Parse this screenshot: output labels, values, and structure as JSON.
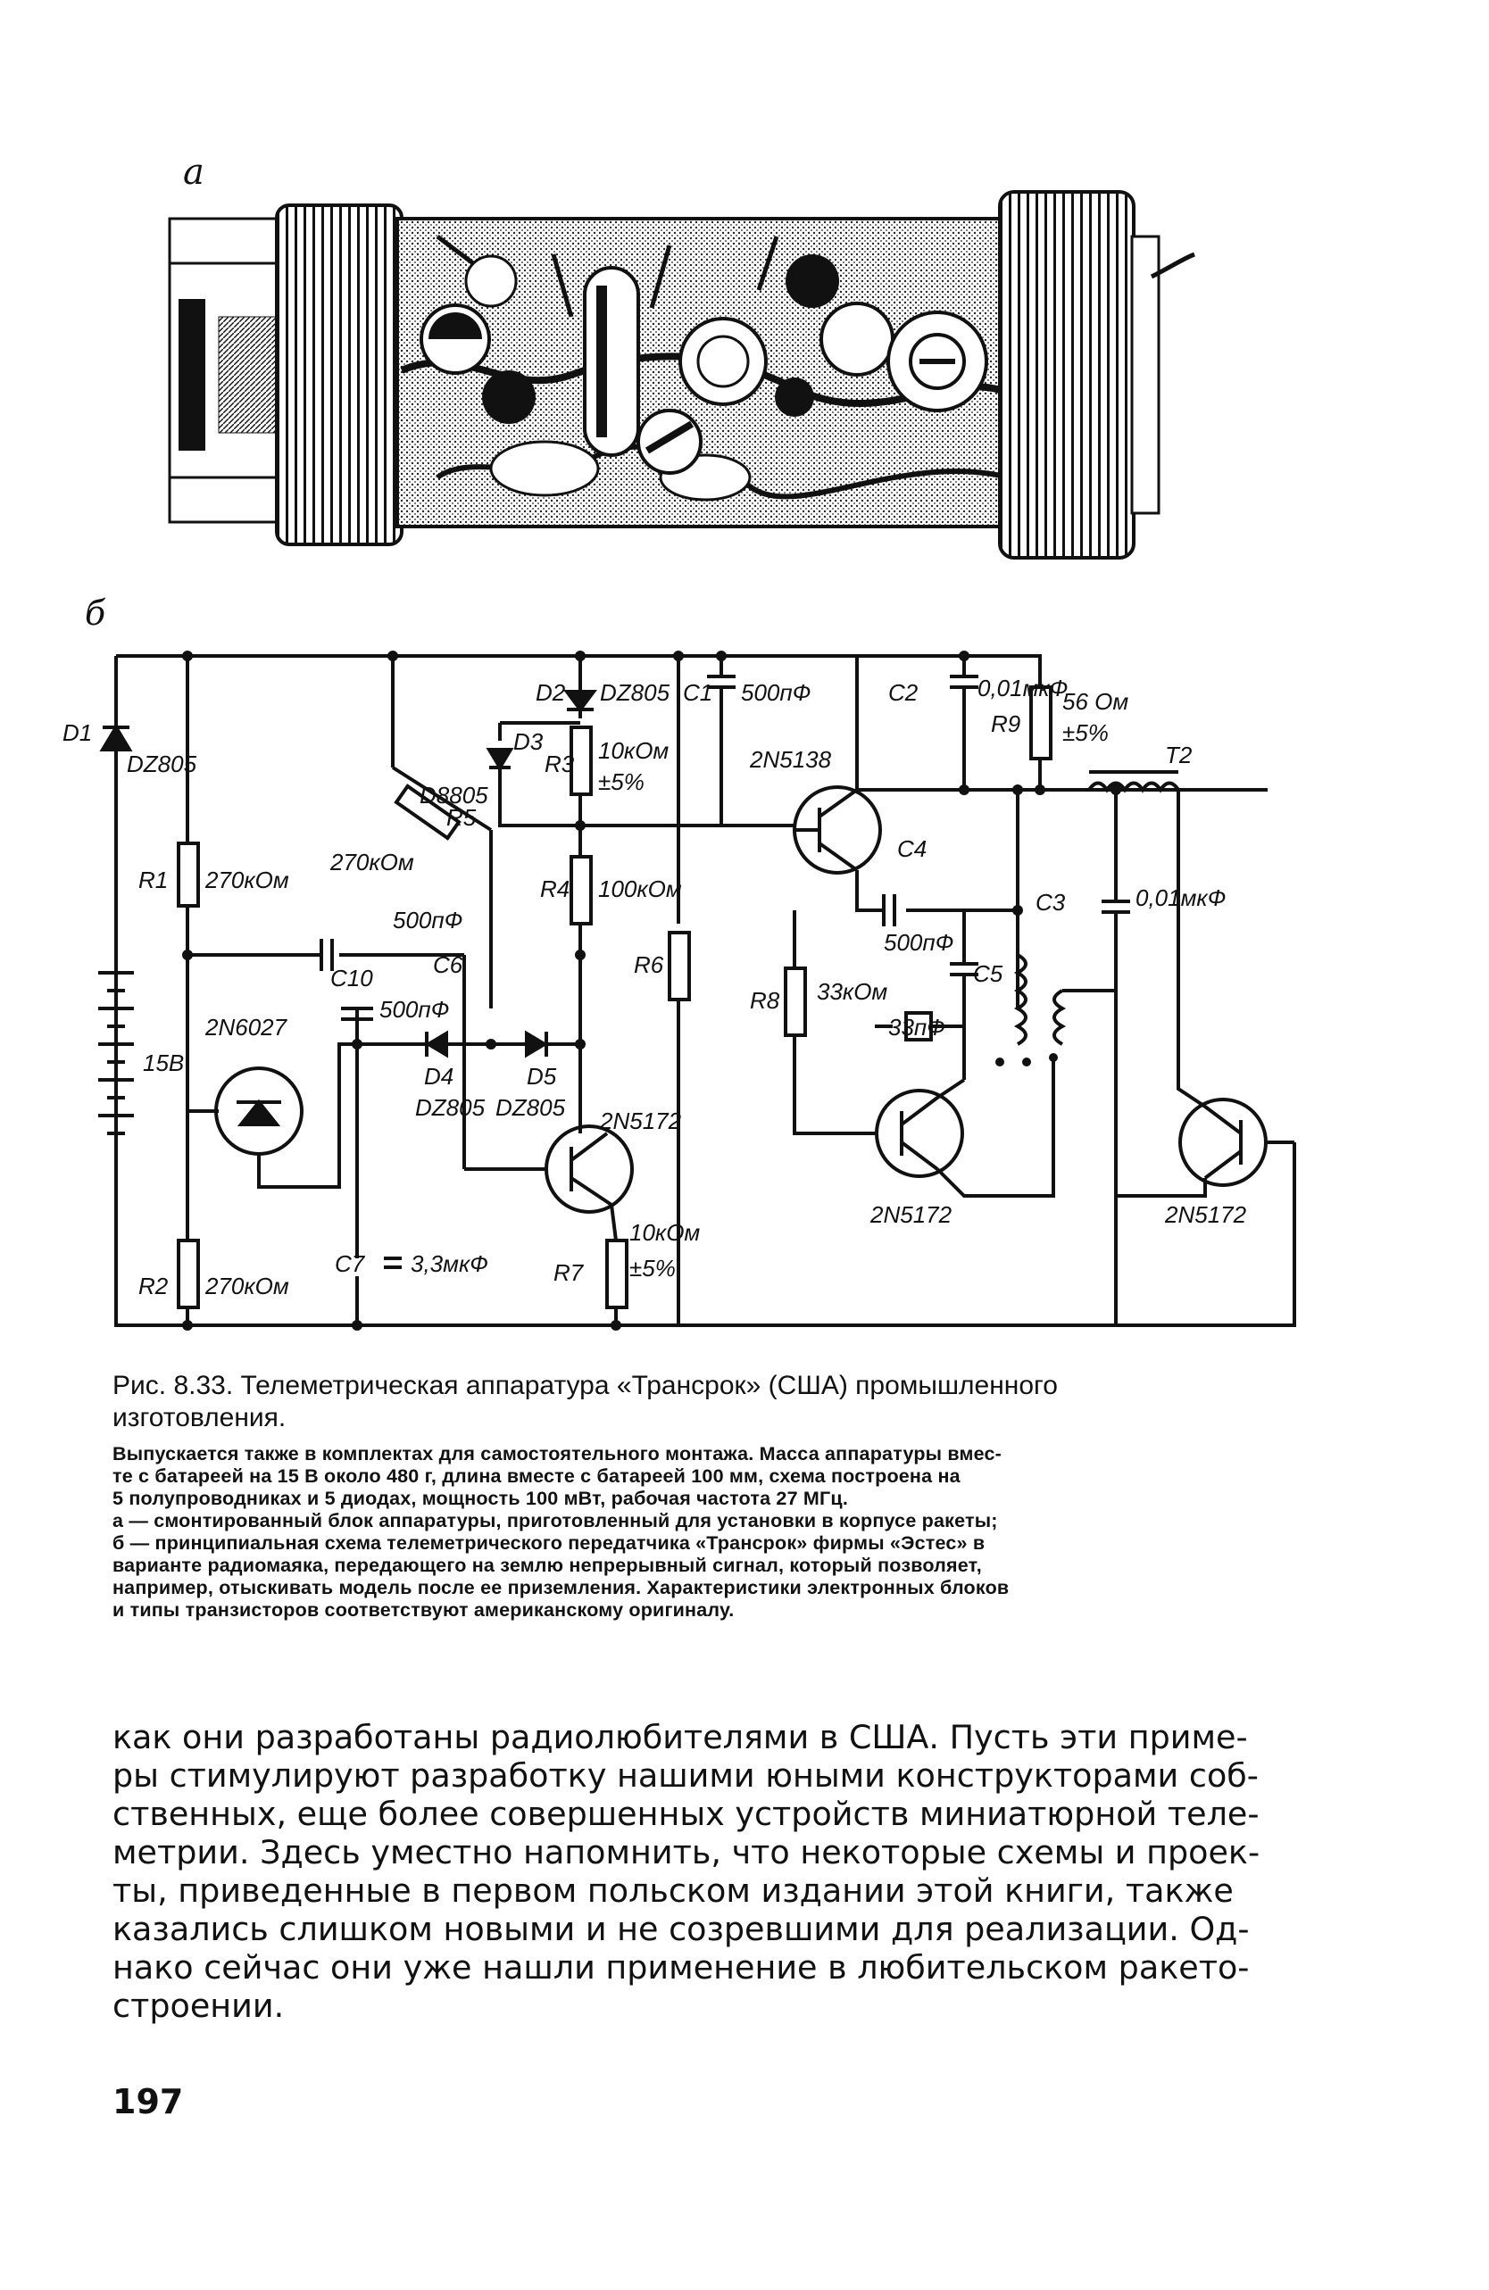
{
  "figure": {
    "panel_a_label": "a",
    "panel_b_label": "б",
    "schematic_labels": {
      "D1": "D1",
      "D1_type": "DZ805",
      "D2": "D2",
      "D2_type": "DZ805",
      "C1": "C1",
      "C1_val": "500пФ",
      "C2": "C2",
      "C2_val": "0,01мкФ",
      "R9": "R9",
      "R9_val": "56 Ом",
      "R9_tol": "±5%",
      "T2": "T2",
      "D3": "D3",
      "D3_type": "D8805",
      "R3": "R3",
      "R3_val": "10кОм",
      "R3_tol": "±5%",
      "Q1_type": "2N5138",
      "R5": "R5",
      "R5_val": "270кОм",
      "R1": "R1",
      "R1_val": "270кОм",
      "R4": "R4",
      "R4_val": "100кОм",
      "C6": "C6",
      "C6_val": "500пФ",
      "C4": "C4",
      "C4_val": "500пФ",
      "C3": "C3",
      "C3_val": "0,01мкФ",
      "C10": "C10",
      "C10_val": "500пФ",
      "R6": "R6",
      "C5": "C5",
      "C5_val": "33пФ",
      "R8": "R8",
      "R8_val": "33кОм",
      "Q_uj_type": "2N6027",
      "battery_val": "15В",
      "D4": "D4",
      "D4_type": "DZ805",
      "D5": "D5",
      "D5_type": "DZ805",
      "Q2_type": "2N5172",
      "Q3_type": "2N5172",
      "Q4_type": "2N5172",
      "R2": "R2",
      "R2_val": "270кОм",
      "C7": "C7",
      "C7_val": "3,3мкФ",
      "R7": "R7",
      "R7_val": "10кОм",
      "R7_tol": "±5%"
    }
  },
  "caption": {
    "title_lines": [
      "Рис. 8.33. Телеметрическая аппаратура «Трансрок» (США) промышленного",
      "изготовления."
    ],
    "detail_lines": [
      "Выпускается также в комплектах для самостоятельного монтажа. Масса аппаратуры вмес-",
      "те с батареей на 15 В около 480 г, длина вместе с батареей 100 мм, схема построена на",
      "5 полупроводниках и 5 диодах, мощность 100 мВт, рабочая частота 27 МГц.",
      "а — смонтированный блок аппаратуры, приготовленный для установки в корпусе ракеты;",
      "б — принципиальная схема телеметрического передатчика «Трансрок» фирмы «Эстес» в",
      "варианте радиомаяка, передающего на землю непрерывный сигнал, который позволяет,",
      "например, отыскивать модель после ее приземления. Характеристики электронных блоков",
      "и типы транзисторов соответствуют американскому оригиналу."
    ]
  },
  "body_lines": [
    "как они разработаны радиолюбителями в США. Пусть эти приме-",
    "ры стимулируют разработку нашими юными конструкторами соб-",
    "ственных, еще более совершенных устройств миниатюрной теле-",
    "метрии. Здесь уместно напомнить, что некоторые схемы и проек-",
    "ты, приведенные в первом польском издании этой книги, также",
    "казались слишком новыми и не созревшими для реализации. Од-",
    "нако сейчас они уже нашли применение в любительском ракето-",
    "строении."
  ],
  "page_number": "197"
}
